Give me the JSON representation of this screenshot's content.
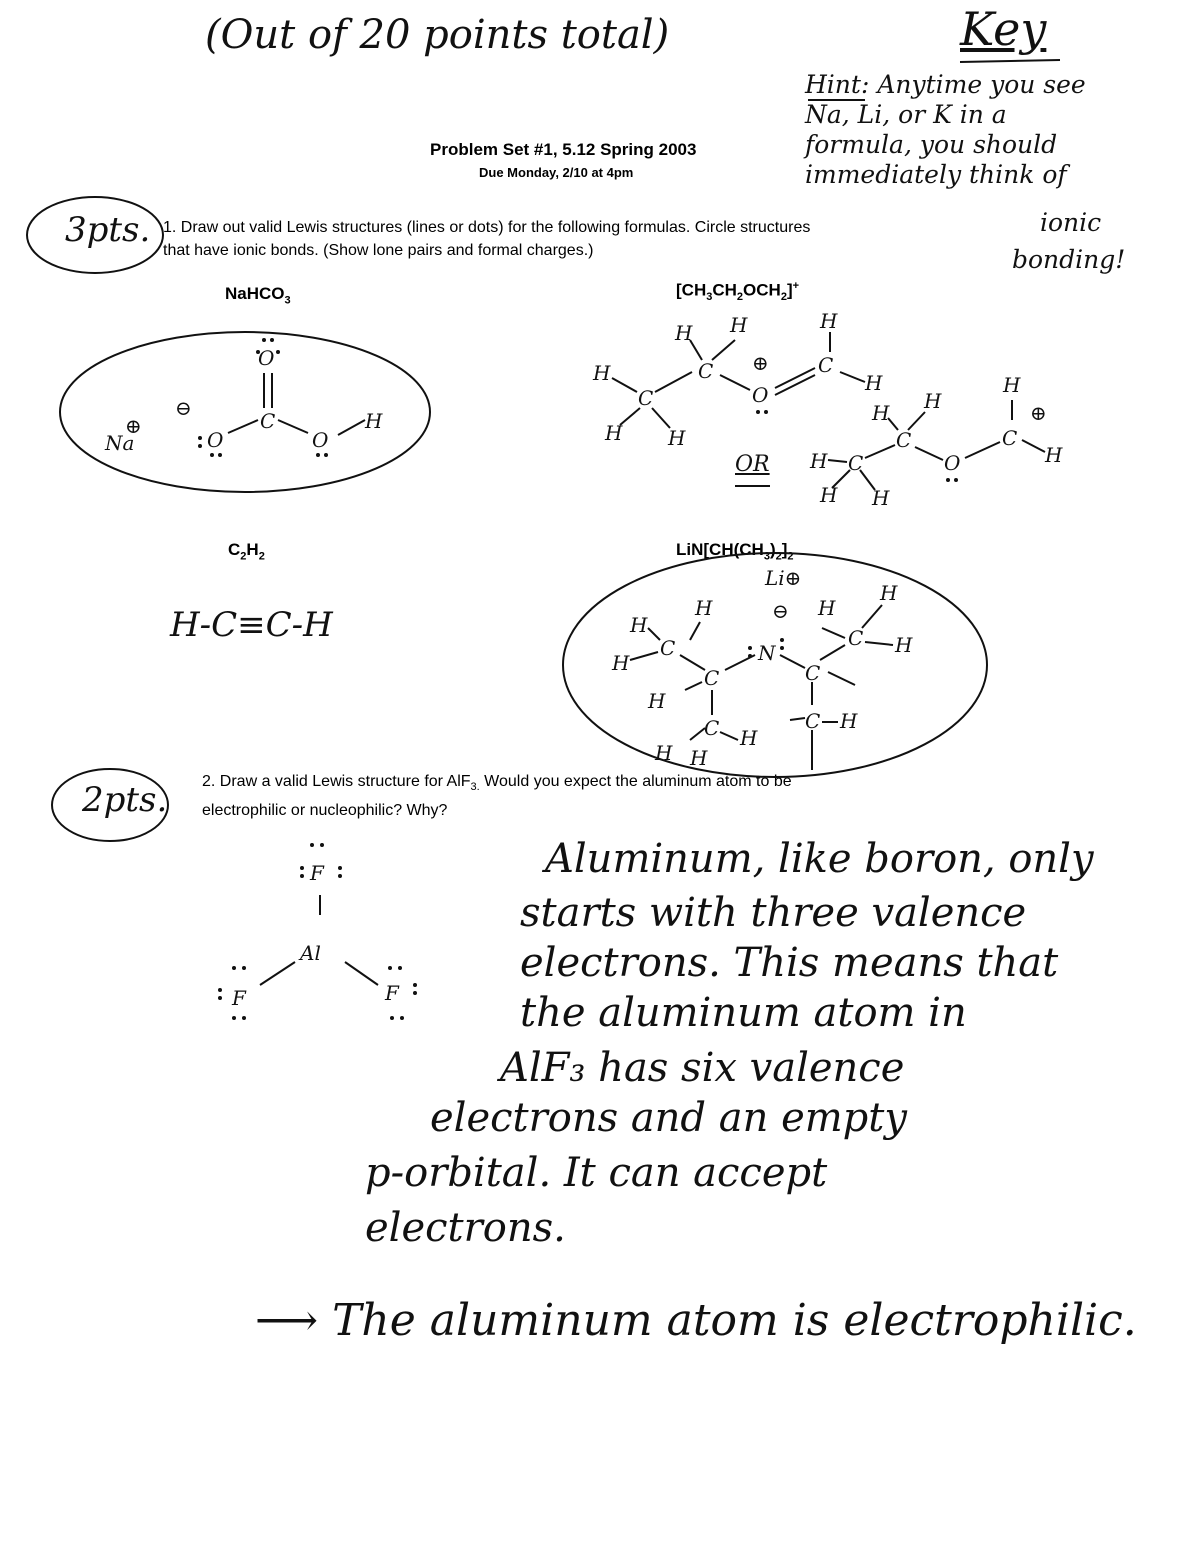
{
  "header": {
    "title": "Problem Set #1, 5.12 Spring 2003",
    "due": "Due Monday, 2/10 at 4pm"
  },
  "handwritten": {
    "total": "(Out of 20 points total)",
    "key": "Key",
    "hint_lines": [
      "Hint: Anytime you see",
      "Na, Li, or K in a",
      "formula, you should",
      "immediately think of"
    ],
    "ionic": "ionic",
    "bonding": "bonding!",
    "q1_points": "3pts.",
    "q2_points": "2pts.",
    "or": "OR",
    "acetylene": "H-C≡C-H",
    "answer_lines": [
      "Aluminum, like boron, only",
      "starts with three valence",
      "electrons. This means that",
      "the aluminum atom in",
      "AlF₃ has six valence",
      "electrons and an empty",
      "p-orbital. It can accept",
      "electrons."
    ],
    "conclusion_arrow": "⟶",
    "conclusion": "The aluminum atom is electrophilic."
  },
  "question1": {
    "number": "1.",
    "line1": "Draw out valid Lewis structures (lines or dots) for the following formulas.  Circle structures",
    "line2": "that have ionic bonds.  (Show lone pairs and formal charges.)",
    "formulas": {
      "nahco3": [
        {
          "t": "NaHCO"
        },
        {
          "sub": "3"
        }
      ],
      "cation": [
        {
          "t": "[CH"
        },
        {
          "sub": "3"
        },
        {
          "t": "CH"
        },
        {
          "sub": "2"
        },
        {
          "t": "OCH"
        },
        {
          "sub": "2"
        },
        {
          "t": "]"
        },
        {
          "sup": "+"
        }
      ],
      "c2h2": [
        {
          "t": "C"
        },
        {
          "sub": "2"
        },
        {
          "t": "H"
        },
        {
          "sub": "2"
        }
      ],
      "lda": [
        {
          "t": "LiN[CH(CH"
        },
        {
          "sub": "3"
        },
        {
          "t": ")"
        },
        {
          "sub": "2"
        },
        {
          "t": "]"
        },
        {
          "sub": "2"
        }
      ]
    }
  },
  "question2": {
    "number": "2.",
    "line1a": "Draw a valid Lewis structure for AlF",
    "line1sub": "3.",
    "line1b": "  Would you expect the aluminum atom to be",
    "line2": "electrophilic or nucleophilic?  Why?"
  },
  "structures": {
    "nahco3_atoms": [
      "Na",
      "⊕",
      "⊖",
      "O",
      "C",
      "O",
      "O",
      "H"
    ],
    "cation_a_atoms": [
      "H",
      "C",
      "H",
      "H",
      "C",
      "H",
      "H",
      "⊕",
      "O",
      "C",
      "H",
      "H"
    ],
    "cation_b_atoms": [
      "H",
      "C",
      "H",
      "H",
      "C",
      "H",
      "H",
      "O",
      "H",
      "C",
      "⊕",
      "H"
    ],
    "lda_atoms": [
      "Li⊕",
      "⊖",
      "N",
      "H",
      "H",
      "H",
      "C",
      "C",
      "H",
      "C",
      "H",
      "H",
      "H",
      "H",
      "C",
      "C",
      "H",
      "H",
      "C",
      "H"
    ],
    "alf3_atoms": [
      "F",
      "Al",
      "F",
      "F"
    ]
  }
}
